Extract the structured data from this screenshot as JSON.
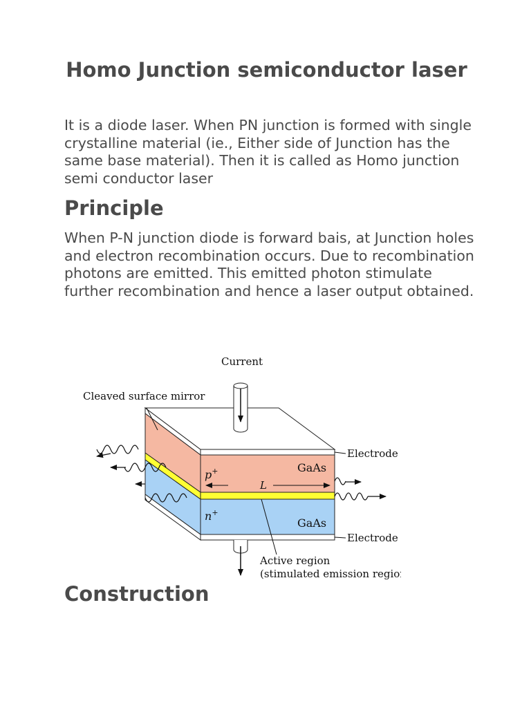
{
  "document": {
    "title": "Homo Junction semiconductor laser",
    "intro": "It is a diode laser. When PN junction is formed with single crystalline material (ie., Either side of Junction has the same base material). Then it is called as Homo junction semi conductor laser",
    "principle_heading": "Principle",
    "principle_text": "When P-N junction diode is forward bais, at Junction holes and electron recombination occurs. Due to recombination photons are emitted. This emitted photon stimulate further recombination and hence a laser output obtained.",
    "construction_heading": "Construction"
  },
  "diagram": {
    "current": "Current",
    "mirror": "Cleaved surface mirror",
    "electrode_top": "Electrode",
    "electrode_bottom": "Electrode",
    "p_label": "p",
    "p_sup": "+",
    "n_label": "n",
    "n_sup": "+",
    "gaas_top": "GaAs",
    "gaas_bottom": "GaAs",
    "length": "L",
    "active_line1": "Active region",
    "active_line2": "(stimulated emission region)",
    "colors": {
      "p_region": "#f5b8a2",
      "n_region": "#a9d2f5",
      "active": "#ffff33",
      "electrode": "#ffffff"
    }
  }
}
